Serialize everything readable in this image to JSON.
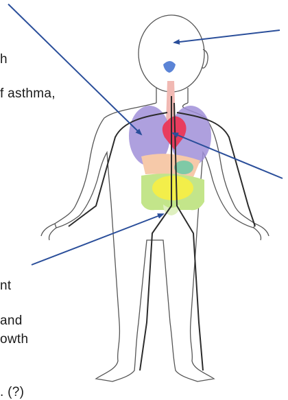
{
  "text_fragments": [
    "h",
    "f asthma,",
    "nt",
    "and",
    "owth",
    ". (?)"
  ],
  "colors": {
    "lungs": "#a08fd8",
    "heart": "#e83c5e",
    "liver": "#f6c9a9",
    "stomach": "#7fc9a6",
    "small_intestine": "#f3ee4a",
    "large_intestine": "#c3e58a",
    "brain_gland": "#5b84d6",
    "trachea": "#f1b9b3",
    "arrow": "#2a4e9a",
    "vessel": "#2b2b2b"
  }
}
